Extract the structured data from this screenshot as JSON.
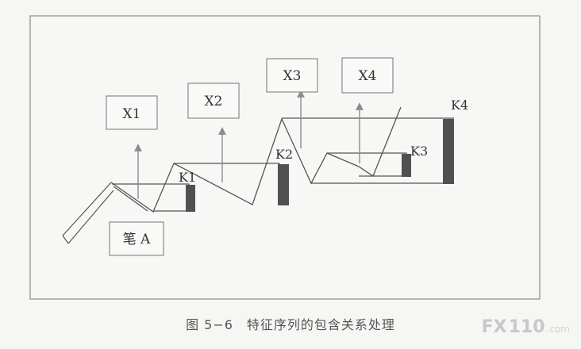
{
  "diagram": {
    "boxes": {
      "x1": "X1",
      "x2": "X2",
      "x3": "X3",
      "x4": "X4",
      "pen_a": "笔 A"
    },
    "k_labels": {
      "k1": "K1",
      "k2": "K2",
      "k3": "K3",
      "k4": "K4"
    },
    "caption": "图 5−6　特征序列的包含关系处理"
  },
  "watermark": {
    "mark": "FX",
    "number": "110",
    "domain": ".com"
  },
  "colors": {
    "line": "#555555",
    "frame": "#8a8a8a",
    "bar": "#505050",
    "arrow": "#8c8c8c",
    "box_border": "#8a8a8a",
    "text": "#333333"
  }
}
